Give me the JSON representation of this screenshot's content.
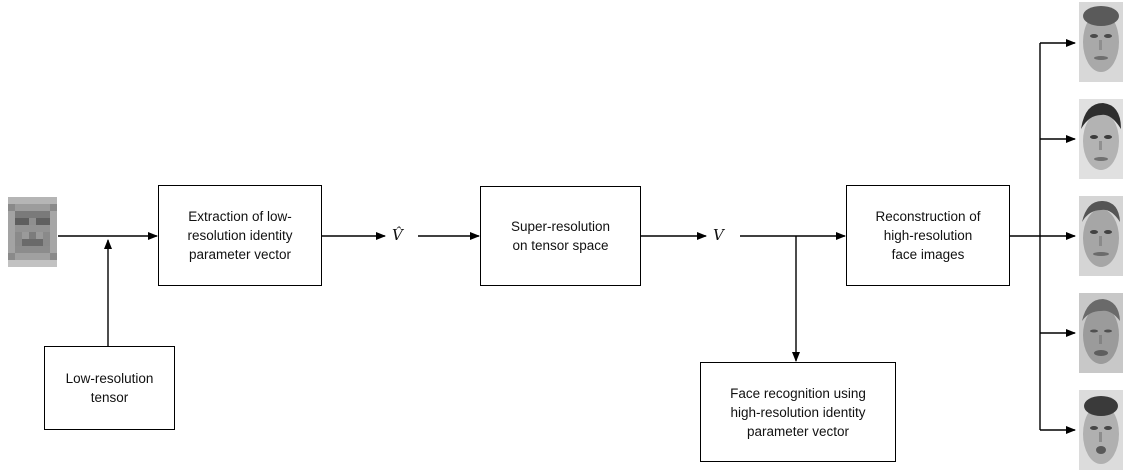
{
  "boxes": {
    "extraction": "Extraction of low-\nresolution identity\nparameter vector",
    "super_resolution": "Super-resolution\non tensor space",
    "reconstruction": "Reconstruction of\nhigh-resolution\nface images",
    "low_res_tensor": "Low-resolution\ntensor",
    "face_recognition": "Face recognition using\nhigh-resolution identity\nparameter vector"
  },
  "symbols": {
    "v_hat": "V̂",
    "v": "V"
  },
  "images": {
    "input": "low-resolution-face",
    "outputs": [
      "face-output-1",
      "face-output-2",
      "face-output-3",
      "face-output-4",
      "face-output-5"
    ]
  },
  "colors": {
    "line": "#000000",
    "box_border": "#000000"
  }
}
